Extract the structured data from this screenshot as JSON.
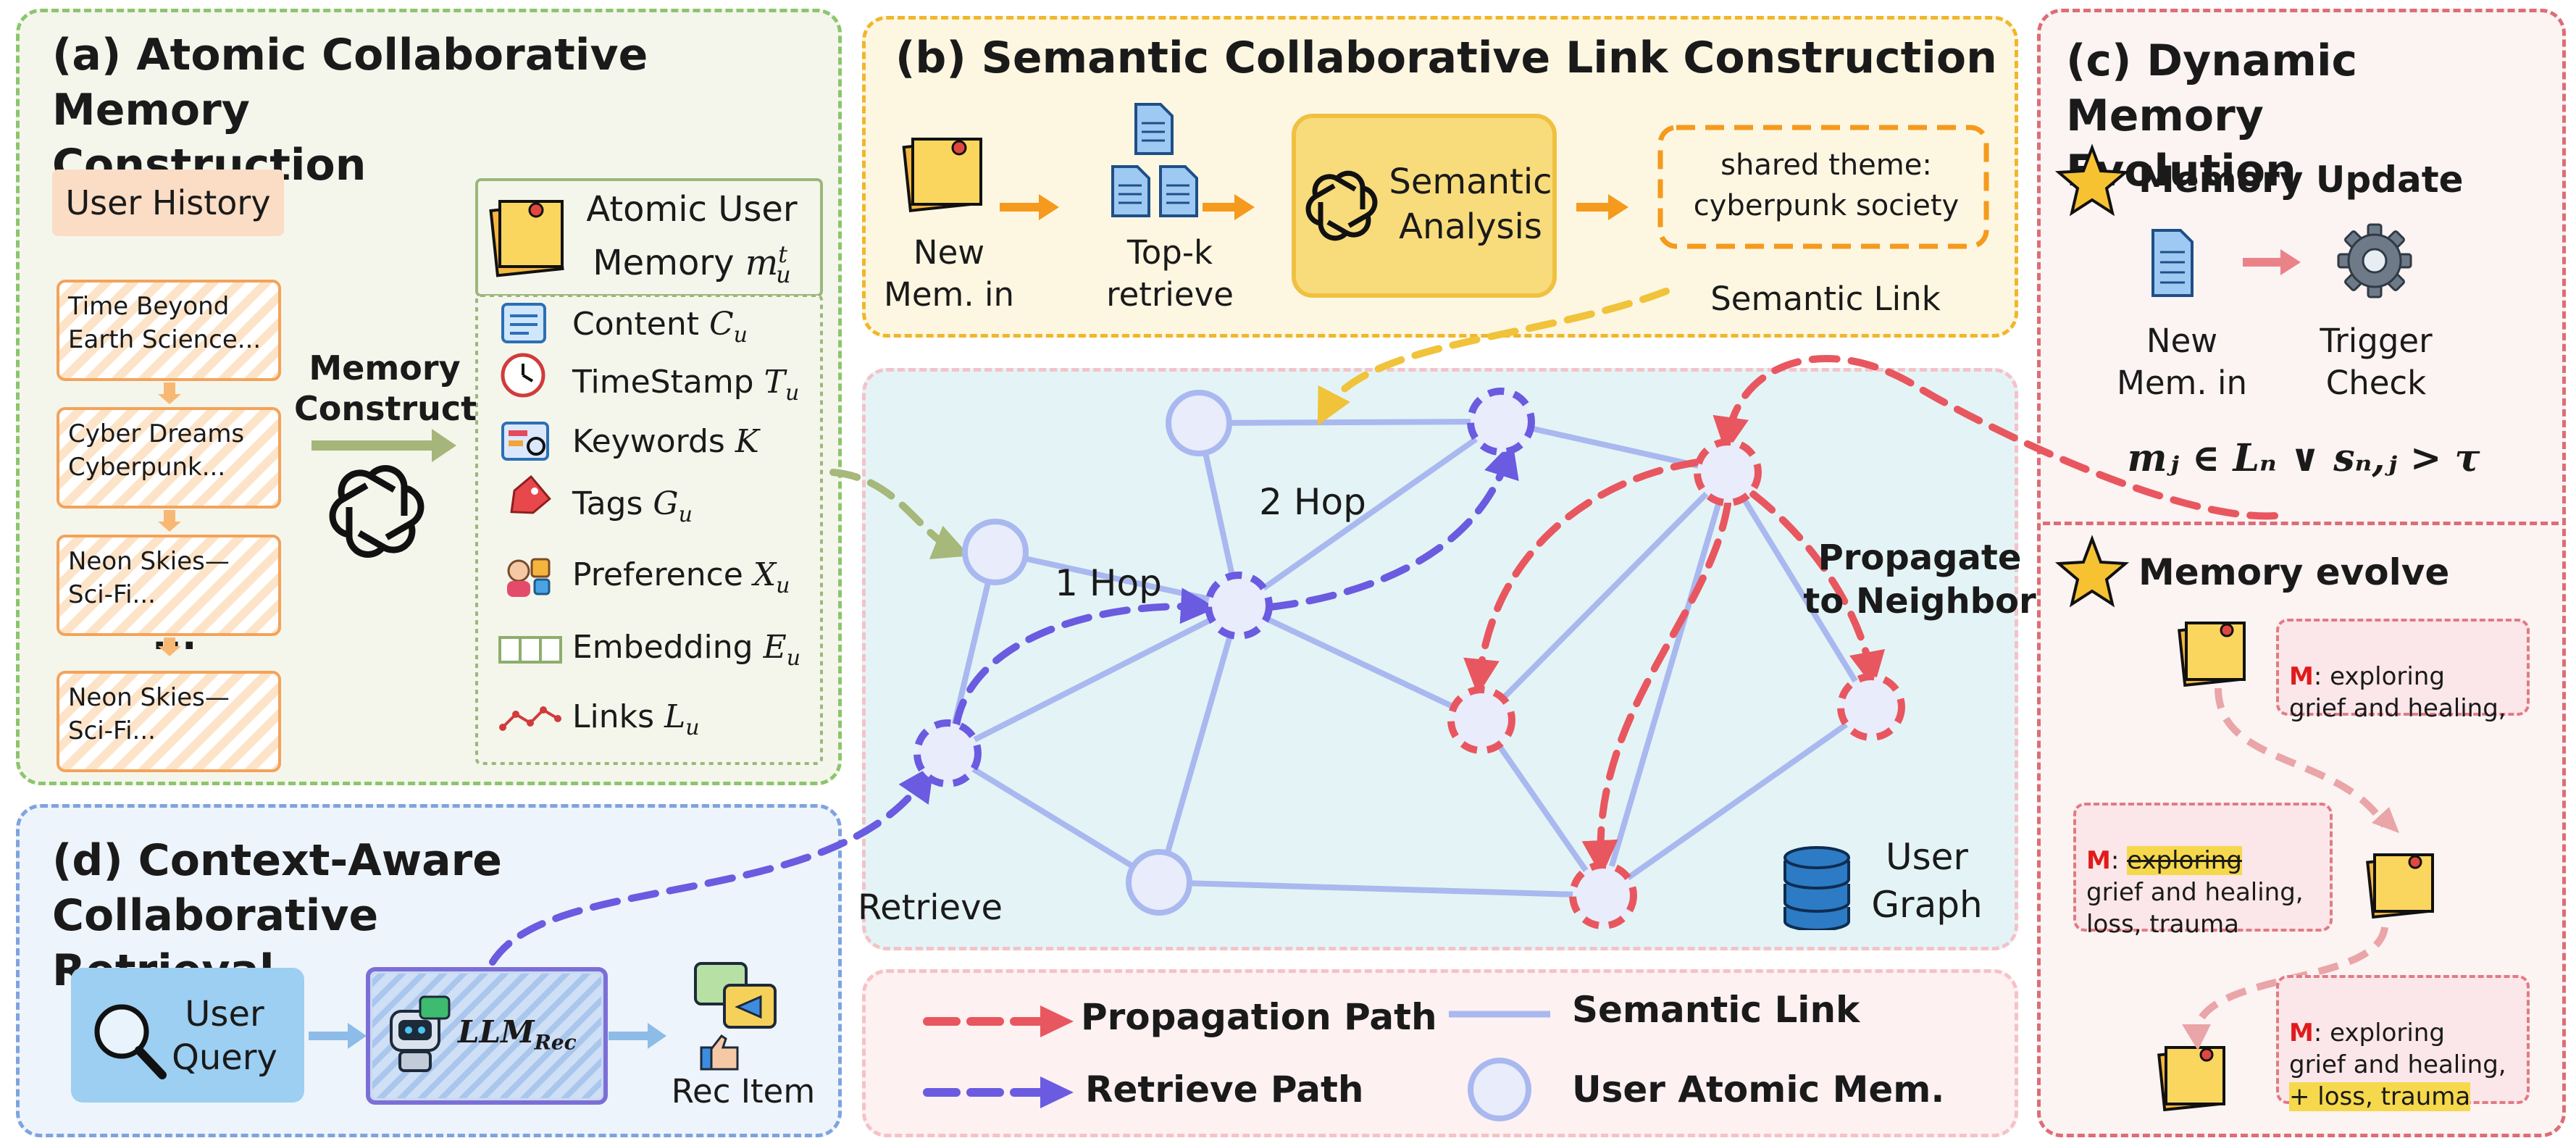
{
  "panel_a": {
    "title": "(a) Atomic Collaborative Memory\nConstruction",
    "user_history": "User History",
    "history_items": [
      "Time Beyond\nEarth Science...",
      "Cyber Dreams\nCyberpunk...",
      "Neon Skies—\nSci-Fi...",
      "Neon Skies—\nSci-Fi..."
    ],
    "ellipsis": "...",
    "memory_construct": "Memory\nConstruct",
    "atomic_memory_label": "Atomic User\nMemory",
    "atomic_memory_symbol": "m",
    "atomic_memory_sup": "t",
    "atomic_memory_sub": "u",
    "fields": [
      {
        "name": "Content",
        "symbol": "C",
        "sub": "u"
      },
      {
        "name": "TimeStamp",
        "symbol": "T",
        "sub": "u"
      },
      {
        "name": "Keywords",
        "symbol": "K",
        "sub": ""
      },
      {
        "name": "Tags",
        "symbol": "G",
        "sub": "u"
      },
      {
        "name": "Preference",
        "symbol": "X",
        "sub": "u"
      },
      {
        "name": "Embedding",
        "symbol": "E",
        "sub": "u"
      },
      {
        "name": "Links",
        "symbol": "L",
        "sub": "u"
      }
    ]
  },
  "panel_b": {
    "title": "(b) Semantic Collaborative Link Construction",
    "new_mem": "New\nMem. in",
    "topk": "Top-k\nretrieve",
    "semantic_analysis": "Semantic\nAnalysis",
    "shared_theme": "shared theme:\ncyberpunk society",
    "semantic_link": "Semantic Link"
  },
  "graph": {
    "hop1": "1 Hop",
    "hop2": "2 Hop",
    "propagate": "Propagate\nto Neighbor",
    "retrieve": "Retrieve",
    "user_graph": "User\nGraph"
  },
  "panel_c": {
    "title": "(c) Dynamic Memory\nEvolution",
    "memory_update": "Memory Update",
    "new_mem": "New\nMem. in",
    "trigger": "Trigger\nCheck",
    "formula": "mⱼ ∈ Lₙ ∨ sₙ,ⱼ > τ",
    "memory_evolve": "Memory evolve",
    "m_marker": "M",
    "note1": "exploring\ngrief and healing,",
    "note2_struck": "exploring",
    "note2_rest": "grief and healing,\nloss, trauma",
    "note3_a": "exploring\ngrief and healing,",
    "note3_added": "+ loss, trauma"
  },
  "panel_d": {
    "title": "(d) Context-Aware Collaborative\nRetrieval",
    "user_query": "User\nQuery",
    "llm_rec": "LLM",
    "llm_rec_sub": "Rec",
    "rec_item": "Rec Item"
  },
  "legend": {
    "propagation_path": "Propagation Path",
    "retrieve_path": "Retrieve Path",
    "semantic_link": "Semantic Link",
    "user_atomic_mem": "User Atomic Mem."
  },
  "colors": {
    "panel_a_border": "#8cc56d",
    "panel_a_bg": "#f4f6ec",
    "panel_b_border": "#f1b62a",
    "panel_b_bg": "#fdf7e2",
    "panel_c_border": "#dd6d76",
    "panel_c_bg": "#fcf3f3",
    "panel_d_border": "#7fa3de",
    "panel_d_bg": "#eef4fb",
    "graph_bg": "#e4f4f6",
    "link": "#a9b8ef",
    "node": "#e8ecfb",
    "propagation": "#e8575f",
    "retrieve": "#6a5be0",
    "arrow_orange": "#f59a1c"
  }
}
